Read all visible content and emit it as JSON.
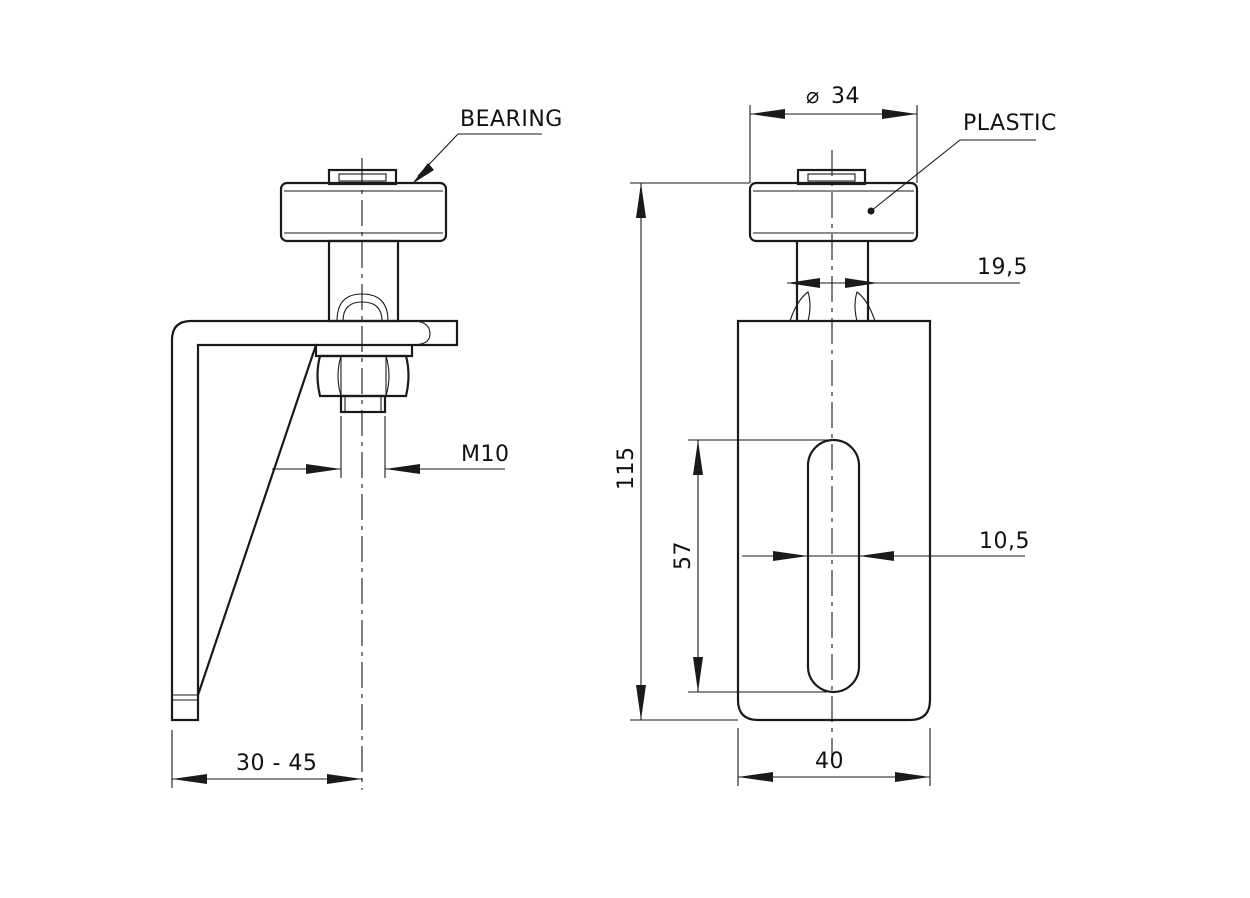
{
  "drawing": {
    "labels": {
      "bearing": "BEARING",
      "plastic": "PLASTIC"
    },
    "dimensions": {
      "thread": "M10",
      "offset_range": "30 - 45",
      "wheel_diameter": "34",
      "diameter_symbol": "⌀",
      "neck_width": "19,5",
      "total_height": "115",
      "slot_length": "57",
      "slot_width": "10,5",
      "plate_width": "40"
    }
  }
}
